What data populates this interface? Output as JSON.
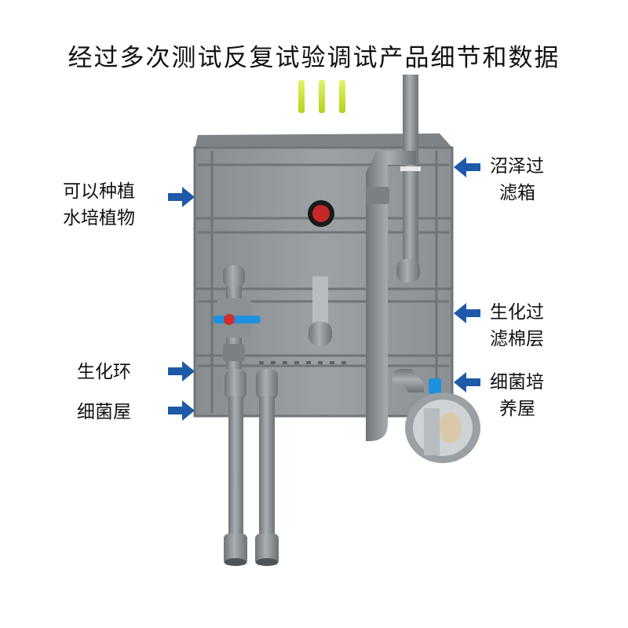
{
  "headline": "经过多次测试反复试验调试产品细节和数据",
  "labels": {
    "plant": [
      "可以种植",
      "水培植物"
    ],
    "bio_ring": "生化环",
    "bacteria_house": "细菌屋",
    "swamp": [
      "沼泽过",
      "滤箱"
    ],
    "cotton": [
      "生化过",
      "滤棉层"
    ],
    "culture": [
      "细菌培",
      "养屋"
    ]
  },
  "colors": {
    "arrow": "#1e5aa8",
    "tank": "#8f9598",
    "pipe": "#8a9094",
    "valve": "#1e90e0",
    "accent": "#c8e030"
  }
}
